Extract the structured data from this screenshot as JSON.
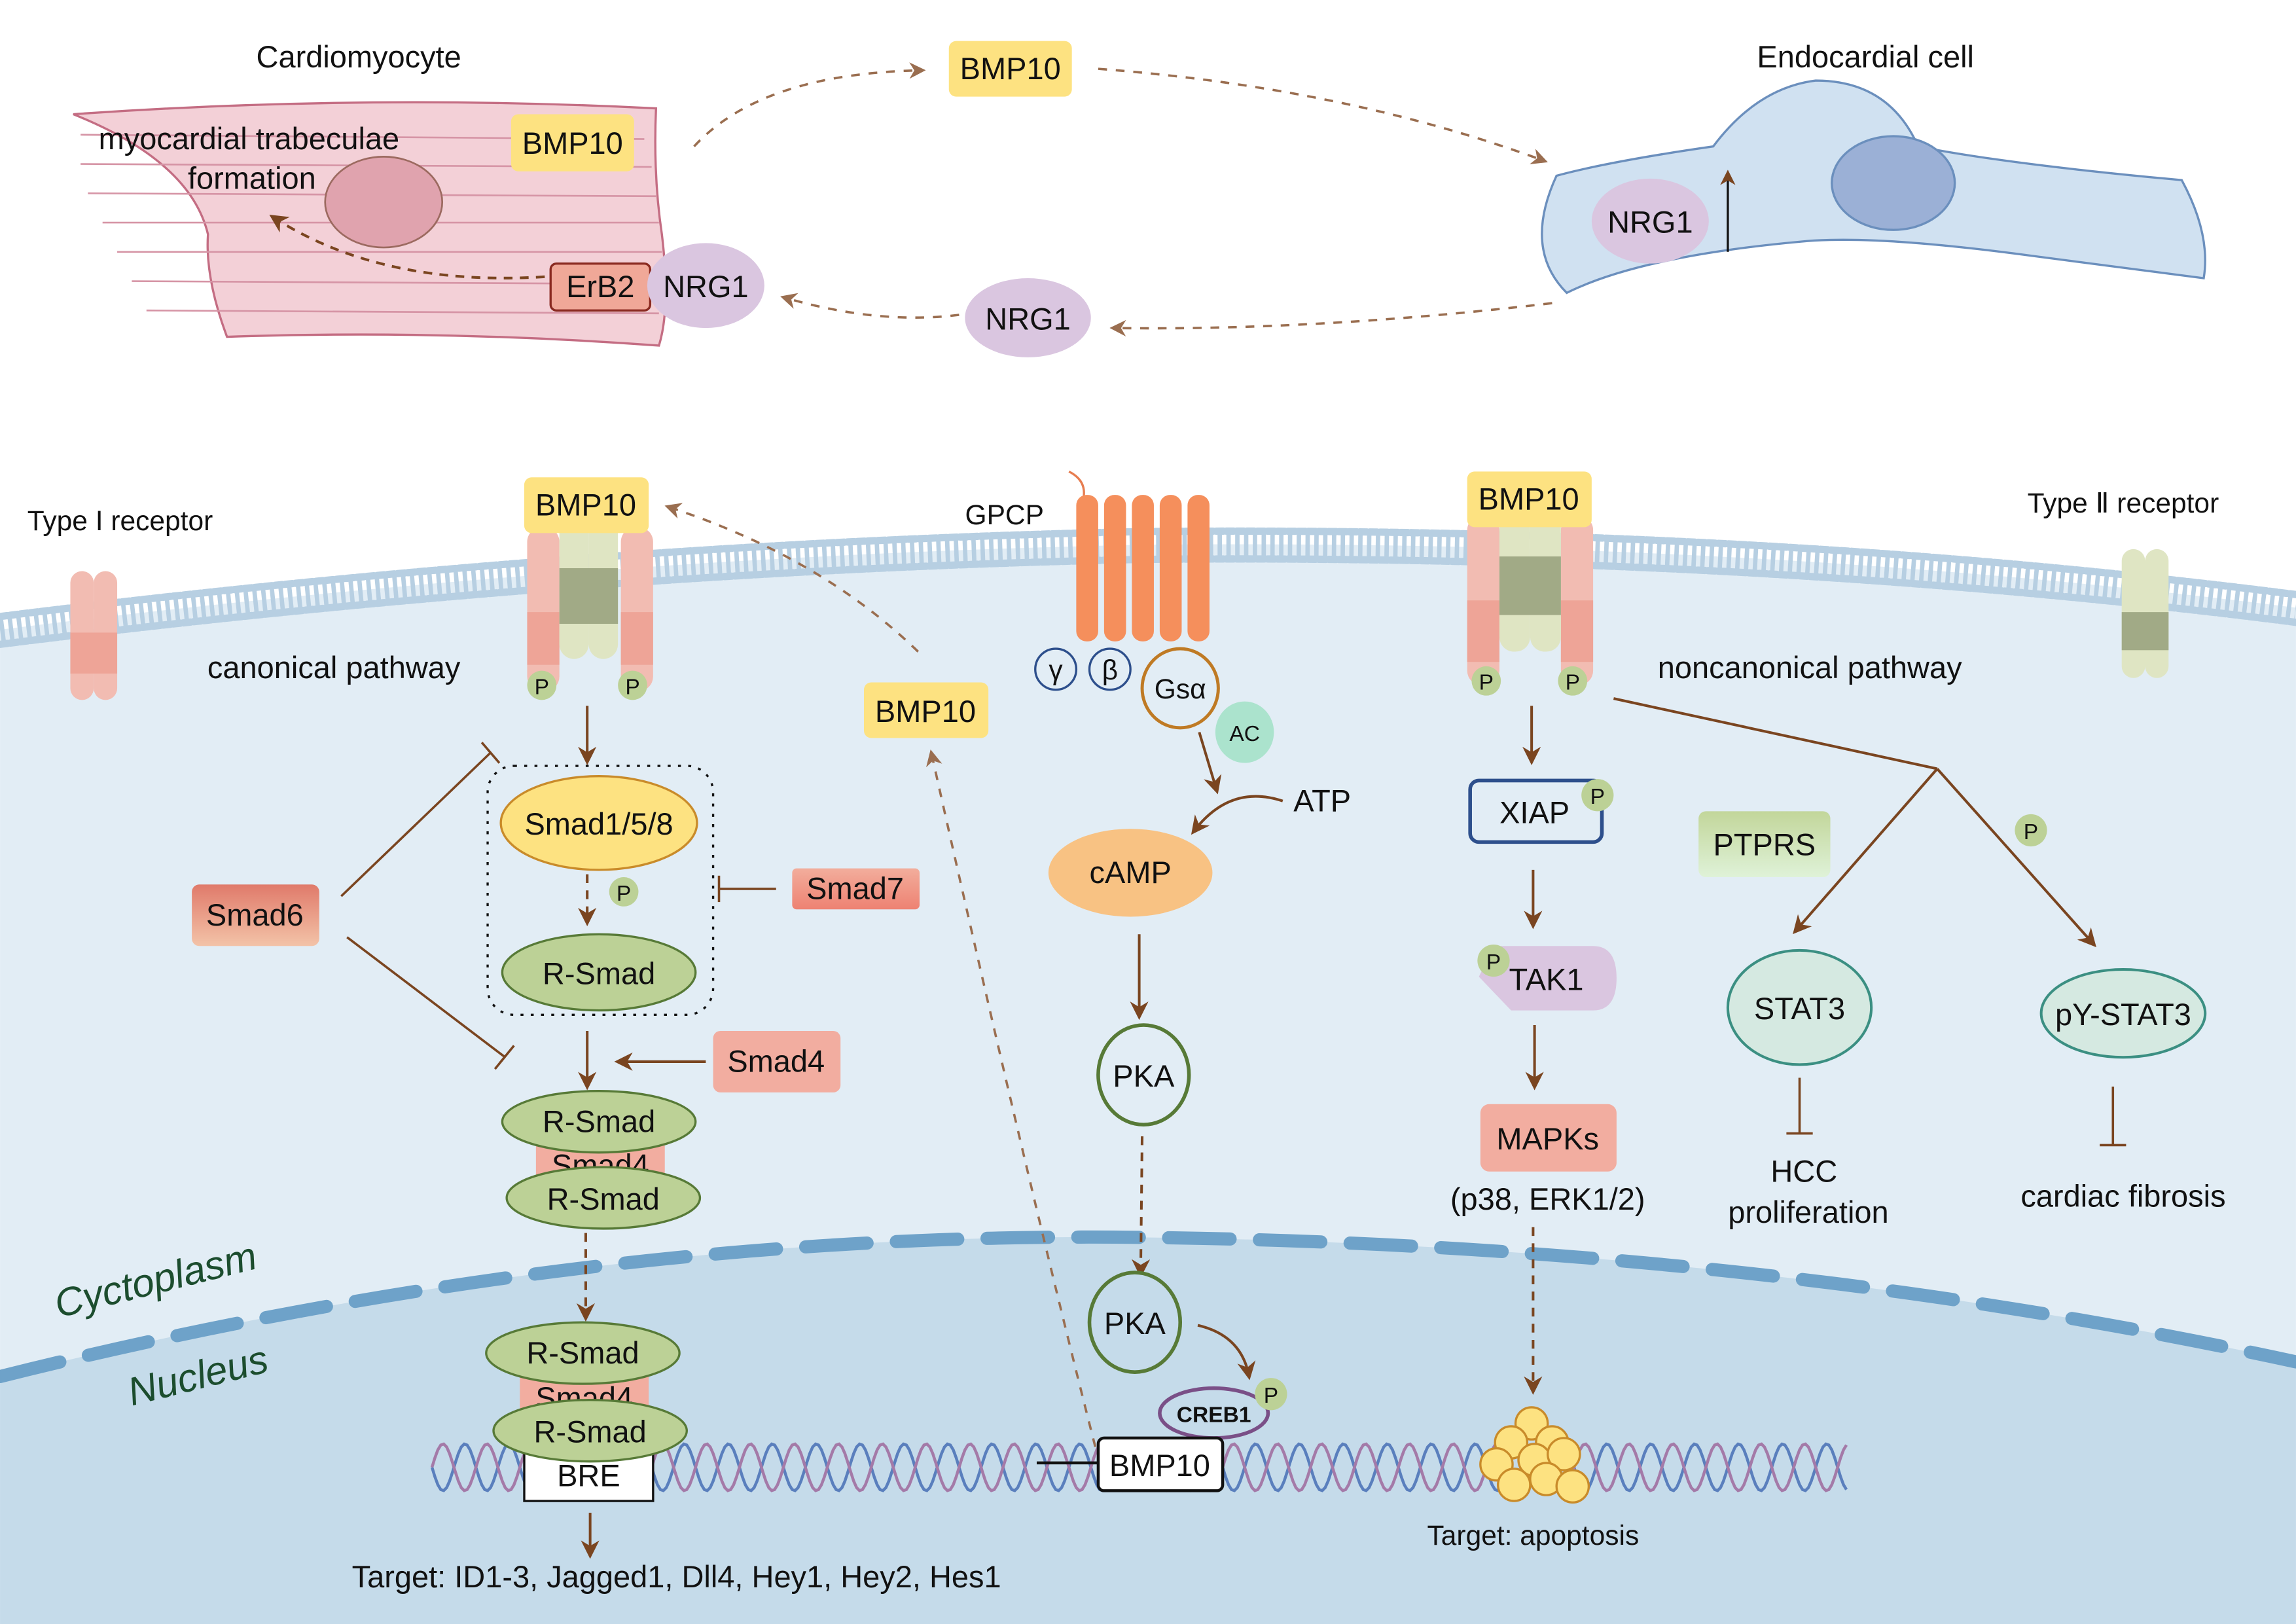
{
  "top": {
    "cardiomyocyte_title": "Cardiomyocyte",
    "endocardial_title": "Endocardial cell",
    "trabeculae_line1": "myocardial trabeculae",
    "trabeculae_line2": "formation",
    "bmp10_in_cardiomyocyte": "BMP10",
    "bmp10_secreted": "BMP10",
    "erb2": "ErB2",
    "nrg1_bound": "NRG1",
    "nrg1_secreted": "NRG1",
    "nrg1_endocardial": "NRG1"
  },
  "membrane": {
    "type1_receptor": "Type I receptor",
    "type2_receptor": "Type Ⅱ receptor",
    "canonical": "canonical pathway",
    "noncanonical": "noncanonical pathway",
    "bmp10_left": "BMP10",
    "bmp10_right": "BMP10",
    "gpcp": "GPCP",
    "phospho": "P"
  },
  "canonical": {
    "smad158": "Smad1/5/8",
    "rsmad": "R-Smad",
    "smad6": "Smad6",
    "smad7": "Smad7",
    "smad4": "Smad4",
    "complex_rsmad_top": "R-Smad",
    "complex_smad4": "Smad4",
    "complex_rsmad_bottom": "R-Smad",
    "nuc_rsmad_top": "R-Smad",
    "nuc_smad4": "Smad4",
    "nuc_rsmad_bottom": "R-Smad",
    "bre": "BRE",
    "target": "Target: ID1-3, Jagged1, Dll4, Hey1, Hey2, Hes1"
  },
  "gpcr_path": {
    "gamma": "γ",
    "beta": "β",
    "gsa": "Gsα",
    "ac": "AC",
    "atp": "ATP",
    "camp": "cAMP",
    "pka1": "PKA",
    "pka2": "PKA",
    "creb1": "CREB1",
    "bmp10_gene": "BMP10",
    "bmp10_feedback": "BMP10"
  },
  "noncanonical": {
    "xiap": "XIAP",
    "tak1": "TAK1",
    "mapks": "MAPKs",
    "mapks_sub": "(p38, ERK1/2)",
    "target": "Target: apoptosis",
    "ptprs": "PTPRS",
    "stat3": "STAT3",
    "pystat3": "pY-STAT3",
    "hcc1": "HCC",
    "hcc2": "proliferation",
    "fibrosis": "cardiac fibrosis"
  },
  "regions": {
    "cytoplasm": "Cyctoplasm",
    "nucleus": "Nucleus"
  },
  "colors": {
    "cytoplasm_bg": "#e2edf5",
    "nucleus_bg": "#c5dbea",
    "membrane": "#b7cfe2",
    "nuclear_envelope": "#6ea2c9",
    "bmp10": "#fde281",
    "nrg1": "#dac6e0",
    "smad_red": "#f2ada0",
    "rsmad": "#bcd196",
    "arrow": "#7a4520",
    "region_text": "#1c4d2e"
  }
}
